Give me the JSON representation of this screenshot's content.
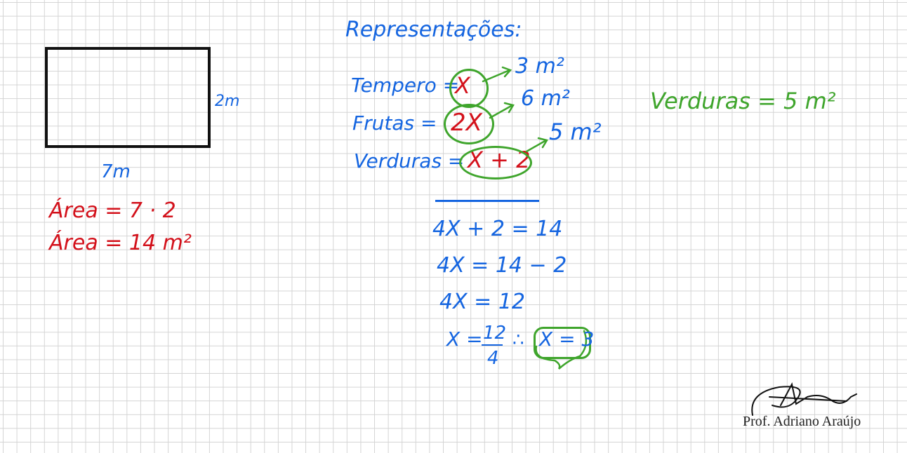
{
  "figure": {
    "width_label": "7m",
    "height_label": "2m"
  },
  "area": {
    "line1": "Área = 7 · 2",
    "line2": "Área = 14 m²"
  },
  "representations": {
    "heading": "Representações:",
    "rows": [
      {
        "label": "Tempero =",
        "expr": "X",
        "result": "3 m²"
      },
      {
        "label": "Frutas =",
        "expr": "2X",
        "result": "6 m²"
      },
      {
        "label": "Verduras =",
        "expr": "X + 2",
        "result": "5 m²"
      }
    ]
  },
  "verduras_result": "Verduras = 5 m²",
  "solution": {
    "step1": "4X + 2 = 14",
    "step2": "4X = 14 − 2",
    "step3": "4X = 12",
    "step4_lhs": "X =",
    "step4_num": "12",
    "step4_den": "4",
    "therefore": "∴",
    "answer": "X = 3"
  },
  "signature": "Prof. Adriano Araújo",
  "colors": {
    "blue": "#1565e0",
    "red": "#d3111b",
    "green": "#3fa52c",
    "black": "#111111"
  }
}
